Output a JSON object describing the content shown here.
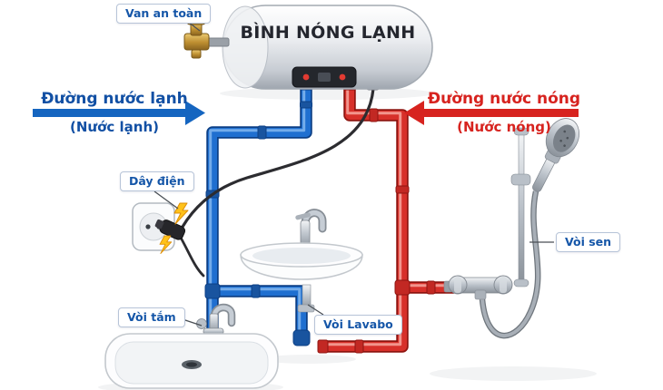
{
  "title": "BÌNH NÓNG LẠNH",
  "labels": {
    "safety_valve": "Van an toàn",
    "electric_wire": "Dây điện",
    "bath_faucet": "Vòi tắm",
    "sink_faucet": "Vòi Lavabo",
    "shower": "Vòi sen"
  },
  "cold_line": {
    "line1": "Đường nước lạnh",
    "line2": "(Nước lạnh)"
  },
  "hot_line": {
    "line1": "Đường nước nóng",
    "line2": "(Nước nóng)"
  },
  "colors": {
    "cold_water": "#1565c0",
    "hot_water": "#d7231f",
    "label_text": "#1556a8",
    "lightning": "#ffc21a",
    "brass_valve": "#bd8e30"
  }
}
